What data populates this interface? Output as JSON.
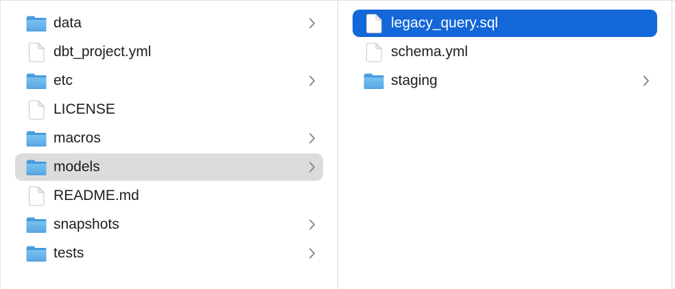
{
  "window": {
    "view": "finder-column-view"
  },
  "columns": [
    {
      "name": "project-root",
      "items": [
        {
          "label": "data",
          "type": "folder",
          "chevron": true,
          "selected": null
        },
        {
          "label": "dbt_project.yml",
          "type": "file",
          "chevron": false,
          "selected": null
        },
        {
          "label": "etc",
          "type": "folder",
          "chevron": true,
          "selected": null
        },
        {
          "label": "LICENSE",
          "type": "file",
          "chevron": false,
          "selected": null
        },
        {
          "label": "macros",
          "type": "folder",
          "chevron": true,
          "selected": null
        },
        {
          "label": "models",
          "type": "folder",
          "chevron": true,
          "selected": "secondary"
        },
        {
          "label": "README.md",
          "type": "file",
          "chevron": false,
          "selected": null
        },
        {
          "label": "snapshots",
          "type": "folder",
          "chevron": true,
          "selected": null
        },
        {
          "label": "tests",
          "type": "folder",
          "chevron": true,
          "selected": null
        }
      ]
    },
    {
      "name": "models-folder",
      "items": [
        {
          "label": "legacy_query.sql",
          "type": "file",
          "chevron": false,
          "selected": "primary"
        },
        {
          "label": "schema.yml",
          "type": "file",
          "chevron": false,
          "selected": null
        },
        {
          "label": "staging",
          "type": "folder",
          "chevron": true,
          "selected": null
        }
      ]
    }
  ],
  "colors": {
    "selection_primary": "#1367d8",
    "selection_secondary": "#dcdcdc",
    "text": "#1d1d1f",
    "text_selected": "#ffffff",
    "chevron": "#86868b",
    "divider": "#d9d9d9",
    "background": "#ffffff"
  },
  "icons": {
    "folder": "folder-icon",
    "file": "document-icon",
    "disclosure": "chevron-right-icon"
  }
}
